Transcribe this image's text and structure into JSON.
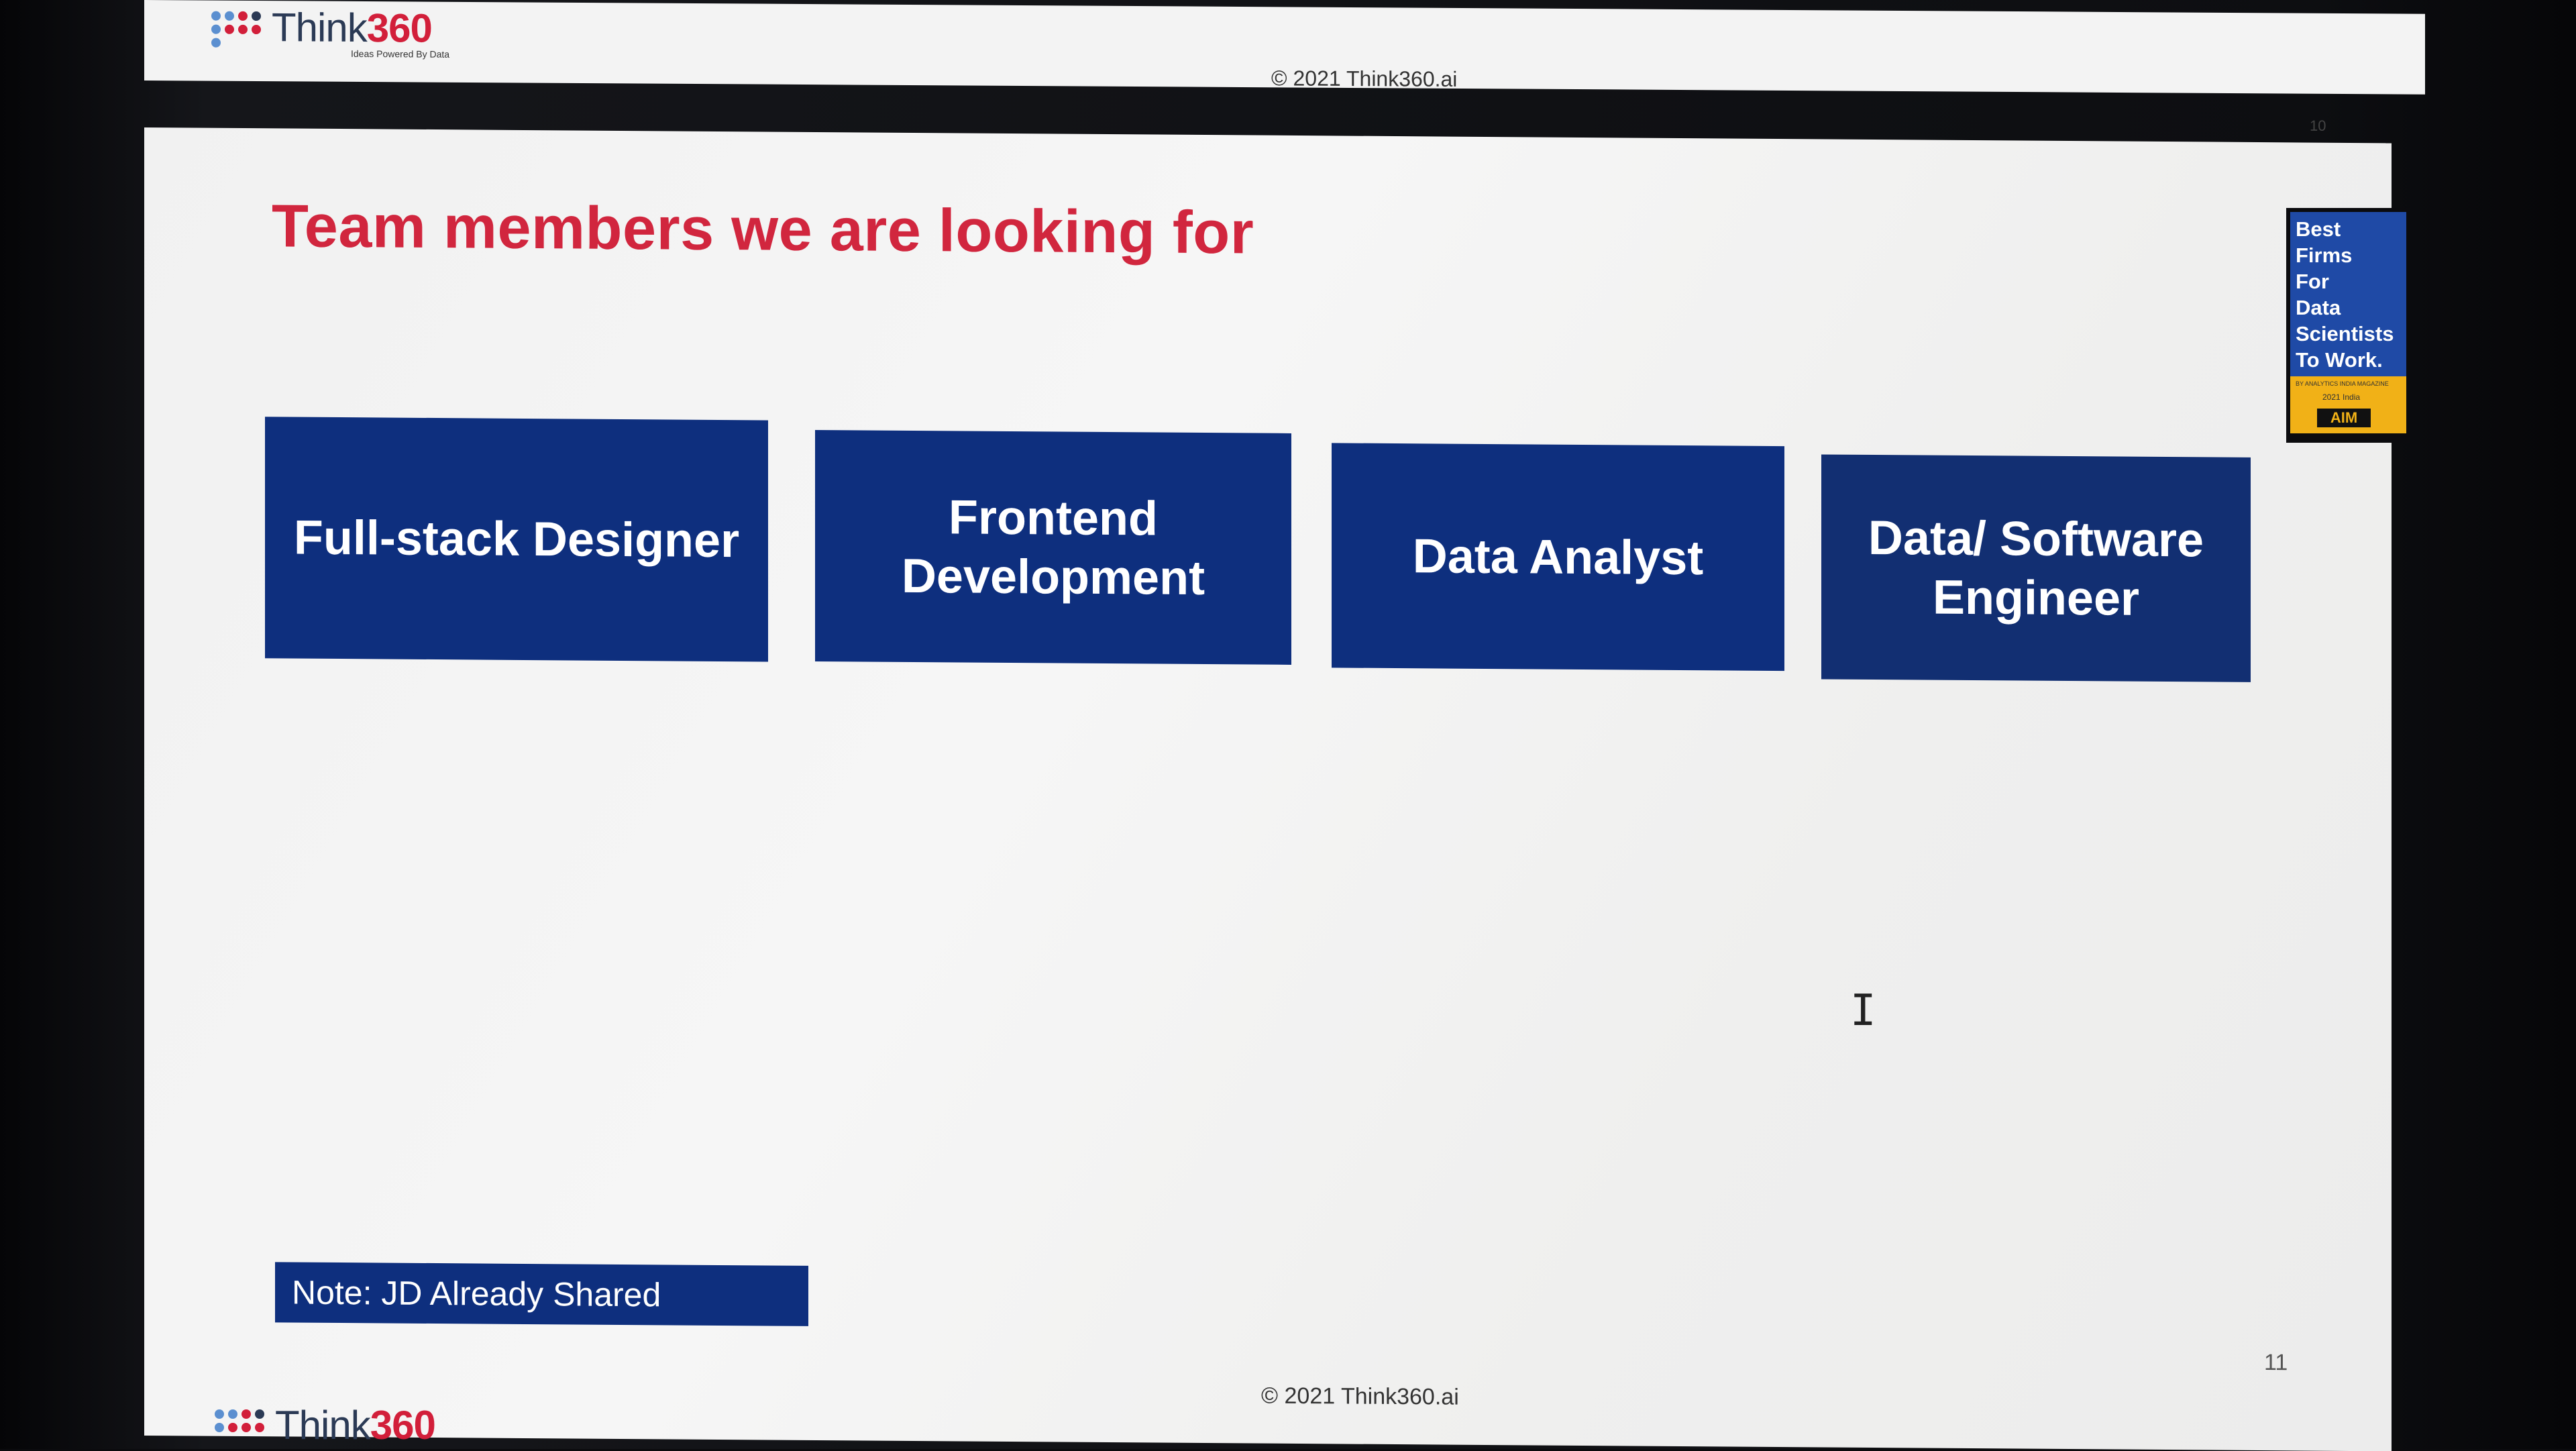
{
  "prev_slide": {
    "logo": {
      "think": "Think",
      "num": "360",
      "tagline": "Ideas Powered By Data"
    },
    "copyright": "© 2021 Think360.ai",
    "page_number": "10"
  },
  "slide": {
    "title": "Team members we are looking for",
    "roles": [
      {
        "label": "Full-stack Designer"
      },
      {
        "label": "Frontend Development"
      },
      {
        "label": "Data Analyst"
      },
      {
        "label": "Data/ Software Engineer"
      }
    ],
    "note": "Note: JD Already Shared",
    "copyright": "© 2021 Think360.ai",
    "page_number": "11"
  },
  "badge": {
    "lines": [
      "Best",
      "Firms",
      "For",
      "Data",
      "Scientists",
      "To Work."
    ],
    "small_1": "BY ANALYTICS INDIA MAGAZINE",
    "small_2": "2021 India",
    "mark": "AIM"
  },
  "bottom_logo": {
    "think": "Think",
    "num": "360"
  },
  "colors": {
    "title_red": "#d1263e",
    "box_navy": "#0e2f7e",
    "logo_red": "#d21f3a",
    "logo_blue": "#2b3a55"
  },
  "icons": {
    "cursor": "text-cursor-icon",
    "logo_dots": "dot-grid-logo-icon"
  }
}
